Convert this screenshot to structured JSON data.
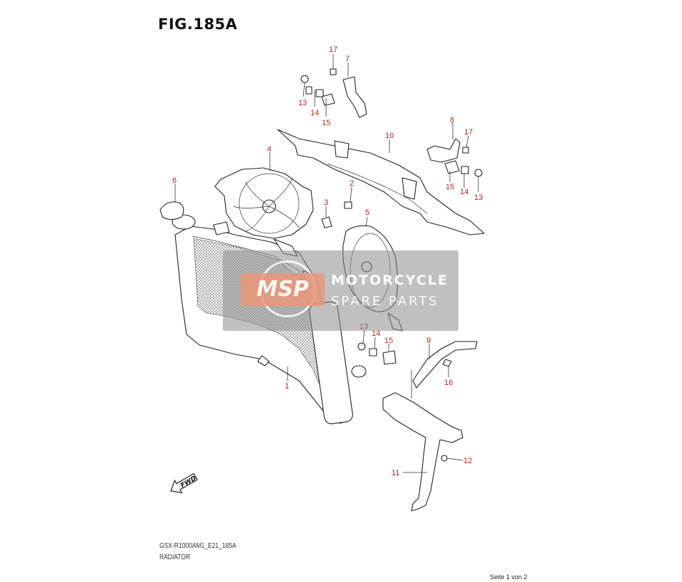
{
  "figure": {
    "title": "FIG.185A",
    "code": "GSX-R1000AM1_E21_185A",
    "name": "RADIATOR",
    "page": "Seite 1 von 2"
  },
  "watermark": {
    "logo": "MSP",
    "line1": "MOTORCYCLE",
    "line2": "SPARE PARTS"
  },
  "direction_marker": "FWD",
  "callouts": [
    "17",
    "7",
    "13",
    "14",
    "15",
    "8",
    "17",
    "10",
    "4",
    "6",
    "15",
    "14",
    "13",
    "2",
    "3",
    "5",
    "13",
    "14",
    "15",
    "9",
    "16",
    "1",
    "12",
    "11"
  ],
  "colors": {
    "callout": "#b3261e",
    "line": "#222222",
    "watermark_box": "#8c8c8c",
    "watermark_logo": "#e89678"
  }
}
